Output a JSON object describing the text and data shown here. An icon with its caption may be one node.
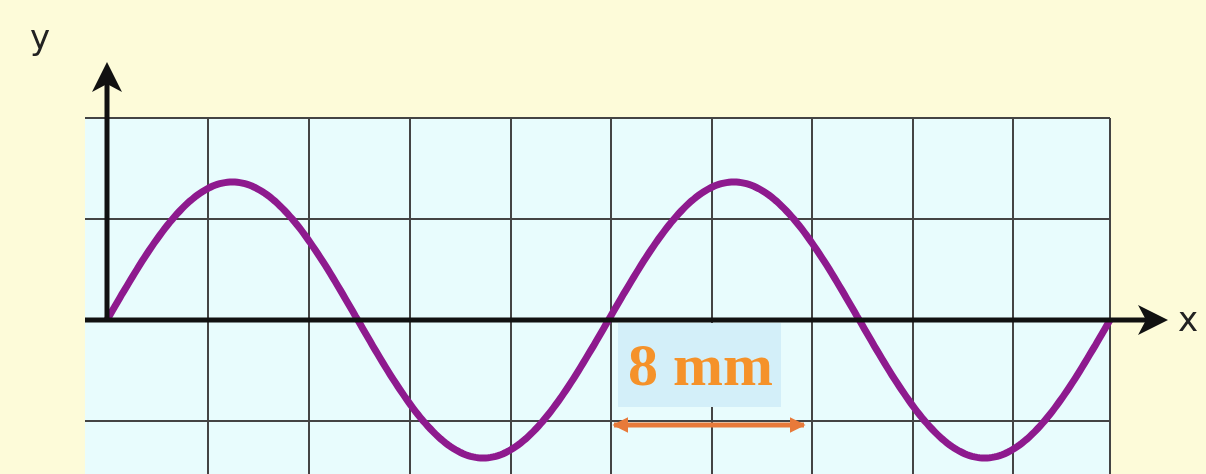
{
  "diagram": {
    "labels": [
      "y",
      "x",
      "8 mm"
    ]
  }
}
